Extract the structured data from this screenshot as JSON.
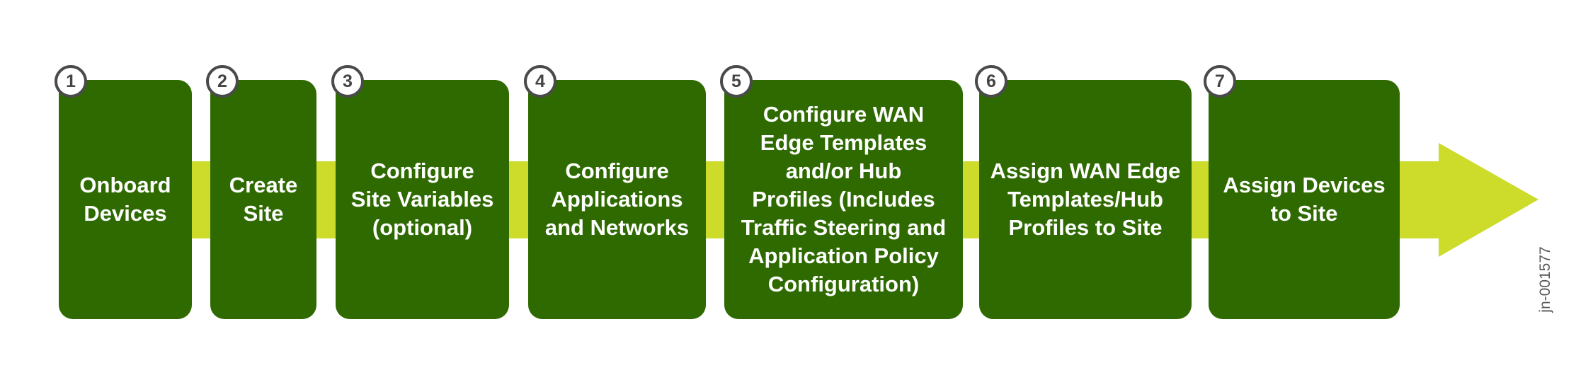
{
  "diagram": {
    "type": "process-flow",
    "colors": {
      "step_fill": "#2e6a00",
      "arrow_fill": "#cddb2b",
      "badge_border": "#4a4a4a",
      "text": "#ffffff"
    },
    "steps": [
      {
        "number": "1",
        "label": "Onboard\nDevices"
      },
      {
        "number": "2",
        "label": "Create\nSite"
      },
      {
        "number": "3",
        "label": "Configure\nSite Variables\n(optional)"
      },
      {
        "number": "4",
        "label": "Configure\nApplications\nand Networks"
      },
      {
        "number": "5",
        "label": "Configure WAN\nEdge Templates\nand/or Hub\nProfiles (Includes\nTraffic Steering and\nApplication Policy\nConfiguration)"
      },
      {
        "number": "6",
        "label": "Assign WAN Edge\nTemplates/Hub\nProfiles to Site"
      },
      {
        "number": "7",
        "label": "Assign Devices\nto Site"
      }
    ],
    "figure_id": "jn-001577"
  }
}
